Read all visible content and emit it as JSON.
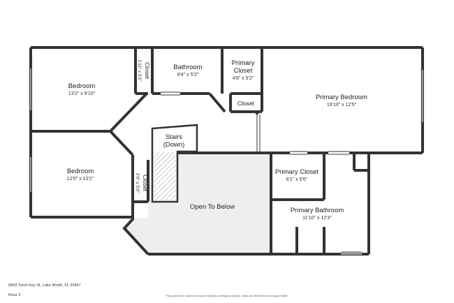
{
  "rooms": {
    "bedroom_top": {
      "name": "Bedroom",
      "dims": "13'2\" x 9'10\""
    },
    "closet_top": {
      "name": "Closet",
      "dims": "1'11\" x 5'2\""
    },
    "bathroom": {
      "name": "Bathroom",
      "dims": "8'4\" x 5'2\""
    },
    "primary_closet_top": {
      "name_line1": "Primary",
      "name_line2": "Closet",
      "dims": "4'6\" x 5'2\""
    },
    "closet_small": {
      "name": "Closet"
    },
    "primary_bedroom": {
      "name": "Primary Bedroom",
      "dims": "19'10\" x 12'5\""
    },
    "stairs": {
      "name_line1": "Stairs",
      "name_line2": "(Down)"
    },
    "bedroom_bottom": {
      "name": "Bedroom",
      "dims": "12'0\" x 10'2\""
    },
    "closet_bottom": {
      "name": "Closet",
      "dims": "2'0\" x 5'0\""
    },
    "open_to_below": {
      "name": "Open To Below"
    },
    "primary_closet_bottom": {
      "name": "Primary Closet",
      "dims": "6'1\" x 5'6\""
    },
    "primary_bathroom": {
      "name": "Primary Bathroom",
      "dims": "11'10\" x 12'3\""
    }
  },
  "footer": {
    "address": "6843 Torch Key St, Lake Worth, FL 33467",
    "floor": "Floor 2",
    "disclaimer": "Floor plans/tour cannot be used for building or design purposes. Sizes and dimensions are approximate."
  },
  "colors": {
    "wall": "#333333",
    "open_area_fill": "#eeeeee",
    "stairs_hatch": "#777777"
  }
}
